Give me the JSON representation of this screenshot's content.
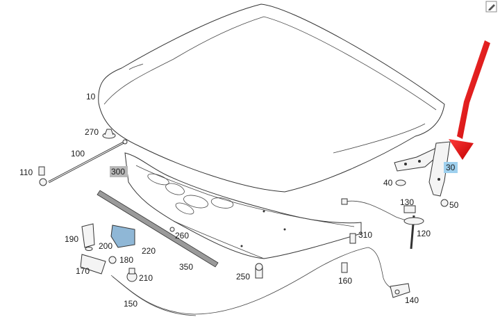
{
  "callouts": [
    {
      "id": "c10",
      "text": "10"
    },
    {
      "id": "c270",
      "text": "270"
    },
    {
      "id": "c100",
      "text": "100"
    },
    {
      "id": "c110",
      "text": "110"
    },
    {
      "id": "c300",
      "text": "300"
    },
    {
      "id": "c30",
      "text": "30"
    },
    {
      "id": "c40",
      "text": "40"
    },
    {
      "id": "c130",
      "text": "130"
    },
    {
      "id": "c50",
      "text": "50"
    },
    {
      "id": "c120",
      "text": "120"
    },
    {
      "id": "c310",
      "text": "310"
    },
    {
      "id": "c190",
      "text": "190"
    },
    {
      "id": "c200",
      "text": "200"
    },
    {
      "id": "c220",
      "text": "220"
    },
    {
      "id": "c260",
      "text": "260"
    },
    {
      "id": "c180",
      "text": "180"
    },
    {
      "id": "c170",
      "text": "170"
    },
    {
      "id": "c210",
      "text": "210"
    },
    {
      "id": "c350",
      "text": "350"
    },
    {
      "id": "c250",
      "text": "250"
    },
    {
      "id": "c160",
      "text": "160"
    },
    {
      "id": "c150",
      "text": "150"
    },
    {
      "id": "c140",
      "text": "140"
    }
  ],
  "highlight_color": "#9ed0ee",
  "highlight_300_color": "#b8b8b8",
  "arrow_color": "#e01010"
}
